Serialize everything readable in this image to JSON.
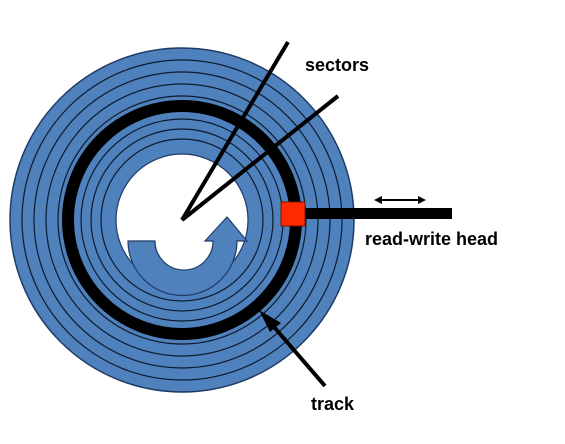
{
  "labels": {
    "sectors": "sectors",
    "read_write_head": "read-write head",
    "track": "track"
  },
  "colors": {
    "platter": "#4f81bd",
    "platter_outline": "#1f3b66",
    "track_highlight": "#000000",
    "head": "#ff2a00",
    "background": "#ffffff"
  },
  "icons": {
    "rotation": "curved-arrow-icon",
    "head_motion": "double-headed-arrow-icon"
  }
}
